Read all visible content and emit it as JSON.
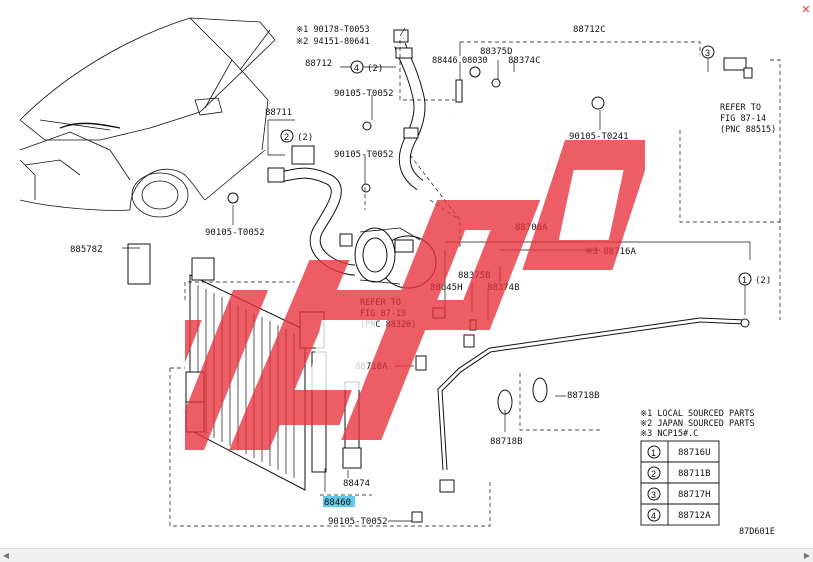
{
  "window": {
    "close_glyph": "✕"
  },
  "scrollbar": {
    "left_arrow": "◀",
    "right_arrow": "▶"
  },
  "diagram": {
    "figure_code": "87D601E",
    "labels": {
      "n1_90178": "※1  90178-T0053",
      "n2_94151": "※2  94151-80641",
      "p88712c": "88712C",
      "p88712": "88712",
      "p88375d": "88375D",
      "p88446": "88446",
      "p08030": "08030",
      "p88374c": "88374C",
      "p90105_t0052_a": "90105-T0052",
      "p88711": "88711",
      "p90105_t0052_b": "90105-T0052",
      "p90105_t0052_c": "90105-T0052",
      "p90105_t0241": "90105-T0241",
      "p88578z": "88578Z",
      "p88706a": "88706A",
      "p88716a": "※3 88716A",
      "p88375b": "88375B",
      "p88645h": "88645H",
      "p88374b": "88374B",
      "p88718a": "88718A",
      "p88718b_r": "88718B",
      "p88718b_b": "88718B",
      "p88474": "88474",
      "p88460": "88460",
      "p90105_t0052_d": "90105-T0052",
      "circ2_label": "(2)",
      "circ4_label": "(2)",
      "circ1_label": "(2)",
      "circ2_num": "2",
      "circ4_num": "4",
      "circ3_num": "3",
      "circ1_num": "1"
    },
    "refer_top": [
      "REFER TO",
      "FIG 87-14",
      "(PNC 88515)"
    ],
    "refer_mid": [
      "REFER TO",
      "FIG 87-19",
      "(PNC 88320)"
    ],
    "notes": [
      "※1 LOCAL SOURCED PARTS",
      "※2 JAPAN SOURCED PARTS",
      "※3 NCP15#.C"
    ],
    "legend": [
      {
        "num": "1",
        "part": "88716U"
      },
      {
        "num": "2",
        "part": "88711B"
      },
      {
        "num": "3",
        "part": "88717H"
      },
      {
        "num": "4",
        "part": "88712A"
      }
    ]
  },
  "colors": {
    "watermark": "#e8303a",
    "highlight": "#62c7ea",
    "close": "#e04040"
  }
}
